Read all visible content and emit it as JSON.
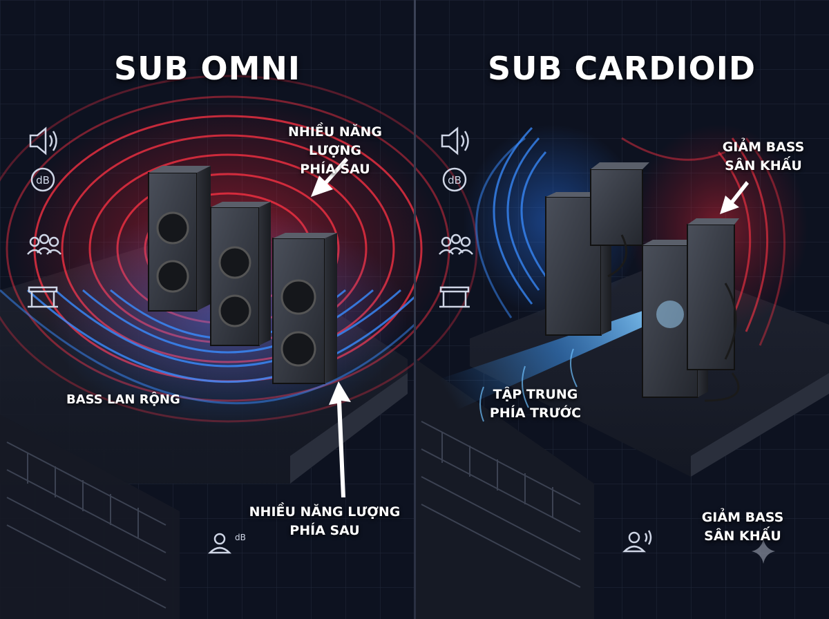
{
  "panels": {
    "omni": {
      "title": "SUB OMNI",
      "label_back_top": [
        "NHIỀU NĂNG LƯỢNG",
        "PHÍA SAU"
      ],
      "label_spread": "BASS LAN RỘNG",
      "label_back_bottom": [
        "NHIỀU NĂNG LƯỢNG",
        "PHÍA SAU"
      ],
      "wave_color": "#ff3344",
      "front_wave_color": "#3a8cff"
    },
    "cardioid": {
      "title": "SUB CARDIOID",
      "label_reduce_top": [
        "GIẢM BASS",
        "SÂN KHẤU"
      ],
      "label_focus": [
        "TẬP TRUNG",
        "PHÍA TRƯỚC"
      ],
      "label_reduce_bottom": [
        "GIẢM BASS",
        "SÂN KHẤU"
      ],
      "wave_color": "#ff3344",
      "beam_color": "#4fb4ff"
    }
  },
  "icons": {
    "speaker": "speaker-icon",
    "db": "dB",
    "audience": "audience-icon",
    "stage": "stage-icon",
    "listener_db": "dB"
  },
  "colors": {
    "background": "#0d1220",
    "grid": "#2b3346"
  }
}
